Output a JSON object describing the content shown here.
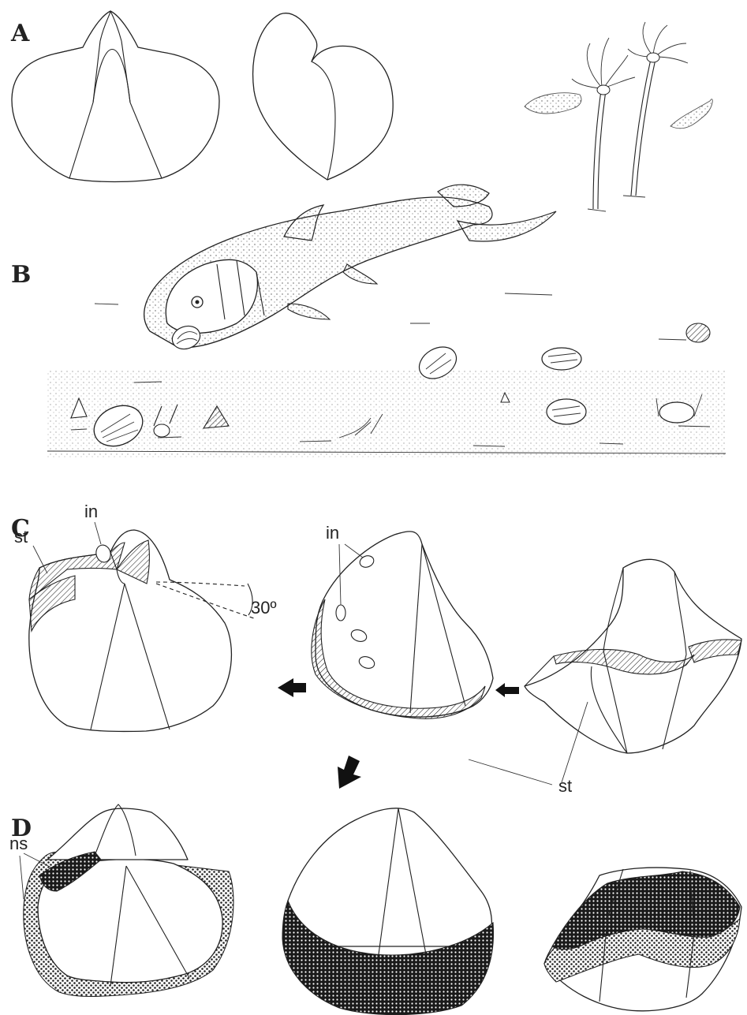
{
  "panels": {
    "a": {
      "letter": "A"
    },
    "b": {
      "letter": "B"
    },
    "c": {
      "letter": "C"
    },
    "d": {
      "letter": "D"
    }
  },
  "labels": {
    "st_left": "st",
    "in_left": "in",
    "angle": "30º",
    "in_middle": "in",
    "st_bottom": "st",
    "ns": "ns"
  },
  "colors": {
    "ink": "#222222",
    "paper": "#ffffff"
  }
}
